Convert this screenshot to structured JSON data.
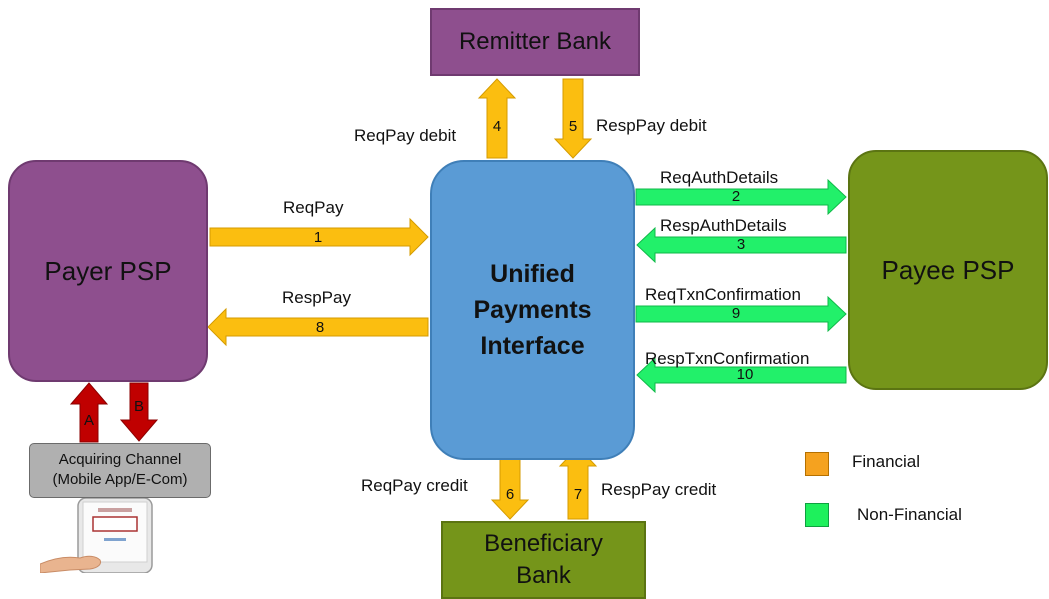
{
  "nodes": {
    "remitter": "Remitter Bank",
    "payer": "Payer PSP",
    "payee": "Payee PSP",
    "upi": [
      "Unified",
      "Payments",
      "Interface"
    ],
    "beneficiary": [
      "Beneficiary",
      "Bank"
    ],
    "acquiring": [
      "Acquiring Channel",
      "(Mobile App/E-Com)"
    ]
  },
  "flows": {
    "reqpay": {
      "label": "ReqPay",
      "num": "1"
    },
    "reqauth": {
      "label": "ReqAuthDetails",
      "num": "2"
    },
    "respauth": {
      "label": "RespAuthDetails",
      "num": "3"
    },
    "reqpay_debit": {
      "label": "ReqPay debit",
      "num": "4"
    },
    "resppay_debit": {
      "label": "RespPay debit",
      "num": "5"
    },
    "reqpay_credit": {
      "label": "ReqPay credit",
      "num": "6"
    },
    "resppay_credit": {
      "label": "RespPay credit",
      "num": "7"
    },
    "resppay": {
      "label": "RespPay",
      "num": "8"
    },
    "reqtxn": {
      "label": "ReqTxnConfirmation",
      "num": "9"
    },
    "resptxn": {
      "label": "RespTxnConfirmation",
      "num": "10"
    },
    "a": {
      "num": "A"
    },
    "b": {
      "num": "B"
    }
  },
  "legend": [
    {
      "label": "Financial",
      "color": "#f5a21f"
    },
    {
      "label": "Non-Financial",
      "color": "#1ef05c"
    }
  ],
  "colors": {
    "financial_arrow": "#fbbe10",
    "nonfinancial_arrow": "#22f06a",
    "channel_arrow": "#c00000"
  }
}
